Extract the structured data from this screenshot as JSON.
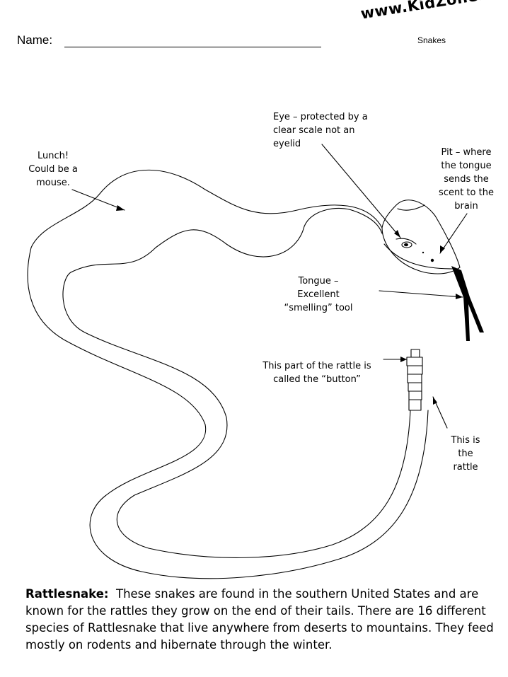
{
  "header": {
    "name_label": "Name:",
    "logo_text": "www.KidZone.ws",
    "subject": "Snakes"
  },
  "labels": {
    "lunch": [
      "Lunch!",
      "Could be a",
      "mouse."
    ],
    "eye": [
      "Eye – protected by a",
      "clear scale not an",
      "eyelid"
    ],
    "pit": [
      "Pit – where",
      "the tongue",
      "sends the",
      "scent to the",
      "brain"
    ],
    "tongue": [
      "Tongue –",
      "Excellent",
      "“smelling” tool"
    ],
    "button": [
      "This part of the rattle is",
      "called the “button”"
    ],
    "rattle": [
      "This is",
      "the",
      "rattle"
    ]
  },
  "description": {
    "heading": "Rattlesnake:",
    "text": "These snakes are found in the southern United States and are known for the rattles they grow on the end of their tails. There are 16 different species of Rattlesnake that live anywhere from deserts to mountains.  They feed mostly on rodents and hibernate through the winter."
  }
}
